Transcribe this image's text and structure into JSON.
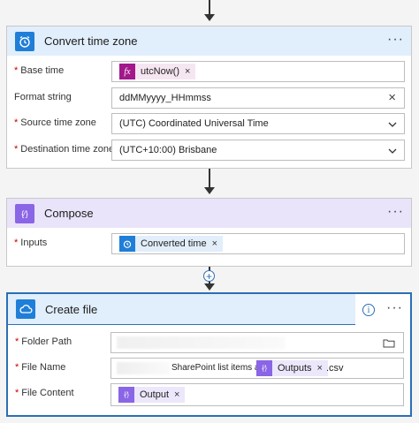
{
  "convert_time_zone": {
    "title": "Convert time zone",
    "header_color": "#e1eefb",
    "icon_color": "#1f7ed8",
    "base_time_label": "Base time",
    "base_time_token": "utcNow()",
    "base_time_token_icon": "fx",
    "format_string_label": "Format string",
    "format_string_value": "ddMMyyyy_HHmmss",
    "source_tz_label": "Source time zone",
    "source_tz_value": "(UTC) Coordinated Universal Time",
    "dest_tz_label": "Destination time zone",
    "dest_tz_value": "(UTC+10:00) Brisbane"
  },
  "compose": {
    "title": "Compose",
    "header_color": "#e9e4fa",
    "icon_color": "#8a65e5",
    "icon_glyph": "{⁄}",
    "inputs_label": "Inputs",
    "inputs_token": "Converted time"
  },
  "create_file": {
    "title": "Create file",
    "header_color": "#e1eefb",
    "icon_color": "#1f7ed8",
    "folder_path_label": "Folder Path",
    "file_name_label": "File Name",
    "file_name_prefix": "SharePoint list items at",
    "file_name_token": "Outputs",
    "file_name_suffix": ".csv",
    "file_content_label": "File Content",
    "file_content_token": "Output"
  },
  "common": {
    "required_mark": "*",
    "more_glyph": "···",
    "remove_glyph": "×",
    "clear_glyph": "×",
    "add_glyph": "+",
    "info_glyph": "i",
    "token_icon_glyph": "{⁄}"
  }
}
